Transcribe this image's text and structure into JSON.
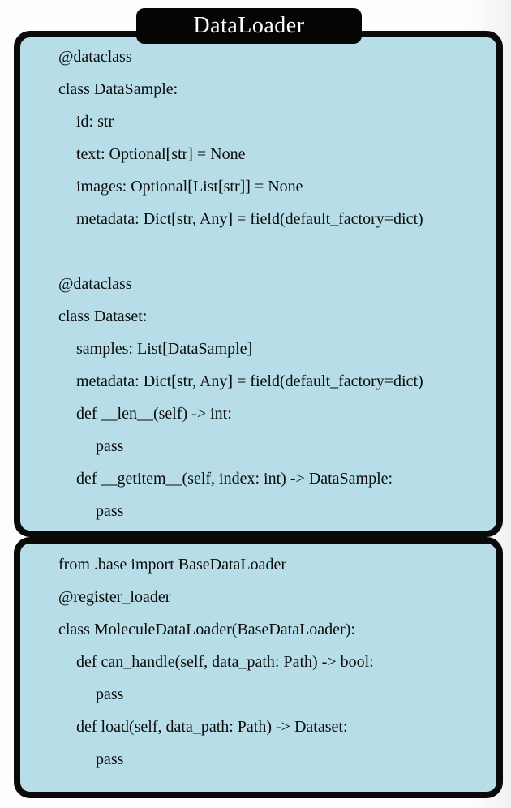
{
  "title": "DataLoader",
  "colors": {
    "panel_background": "#b6dde8",
    "panel_border": "#0a0a0a",
    "title_tab_background": "#050505",
    "title_text": "#ffffff",
    "code_text": "#0c0c0c",
    "page_background": "#fdfdfd"
  },
  "panels": [
    {
      "name": "dataclass-definitions",
      "lines": [
        {
          "indent": 0,
          "text": "@dataclass"
        },
        {
          "indent": 0,
          "text": "class DataSample:"
        },
        {
          "indent": 1,
          "text": "id: str"
        },
        {
          "indent": 1,
          "text": "text: Optional[str] = None"
        },
        {
          "indent": 1,
          "text": "images: Optional[List[str]] = None"
        },
        {
          "indent": 1,
          "text": "metadata: Dict[str, Any] = field(default_factory=dict)"
        },
        {
          "indent": 0,
          "text": ""
        },
        {
          "indent": 0,
          "text": "@dataclass"
        },
        {
          "indent": 0,
          "text": "class Dataset:"
        },
        {
          "indent": 1,
          "text": "samples: List[DataSample]"
        },
        {
          "indent": 1,
          "text": "metadata: Dict[str, Any] = field(default_factory=dict)"
        },
        {
          "indent": 1,
          "text": "def __len__(self) -> int:"
        },
        {
          "indent": 2,
          "text": "pass"
        },
        {
          "indent": 1,
          "text": "def __getitem__(self, index: int) -> DataSample:"
        },
        {
          "indent": 2,
          "text": "pass"
        }
      ]
    },
    {
      "name": "molecule-data-loader",
      "lines": [
        {
          "indent": 0,
          "text": "from .base import BaseDataLoader"
        },
        {
          "indent": 0,
          "text": "@register_loader"
        },
        {
          "indent": 0,
          "text": "class MoleculeDataLoader(BaseDataLoader):"
        },
        {
          "indent": 1,
          "text": "def can_handle(self, data_path: Path) -> bool:"
        },
        {
          "indent": 2,
          "text": "pass"
        },
        {
          "indent": 1,
          "text": "def load(self, data_path: Path) -> Dataset:"
        },
        {
          "indent": 2,
          "text": "pass"
        }
      ]
    }
  ]
}
